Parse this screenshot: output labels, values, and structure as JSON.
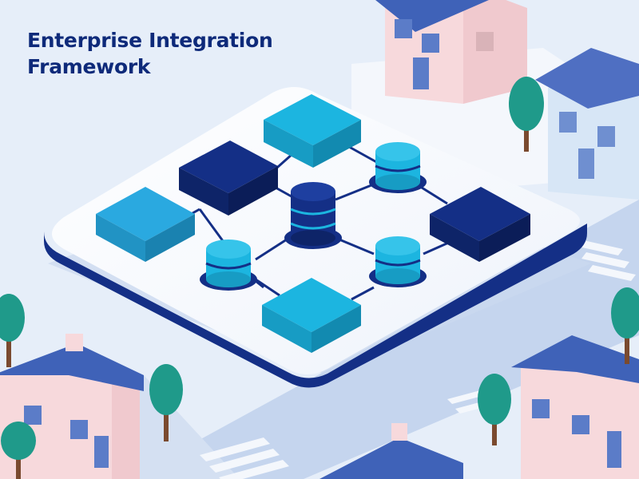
{
  "title": {
    "line1": "Enterprise Integration",
    "line2": "Framework"
  },
  "colors": {
    "background": "#e6eef9",
    "navy": "#0e2a7a",
    "navy_dark": "#142f86",
    "cyan": "#1cb5e0",
    "sky": "#2a9ad8",
    "house_pink": "#f7d9dc",
    "house_roof": "#3f62b8",
    "house_blue": "#d7e6f6",
    "tree": "#1f9a8a",
    "trunk": "#7a4a2f"
  },
  "icons": [
    "isometric-platform",
    "database-icon",
    "module-block",
    "house",
    "tree",
    "crosswalk"
  ]
}
